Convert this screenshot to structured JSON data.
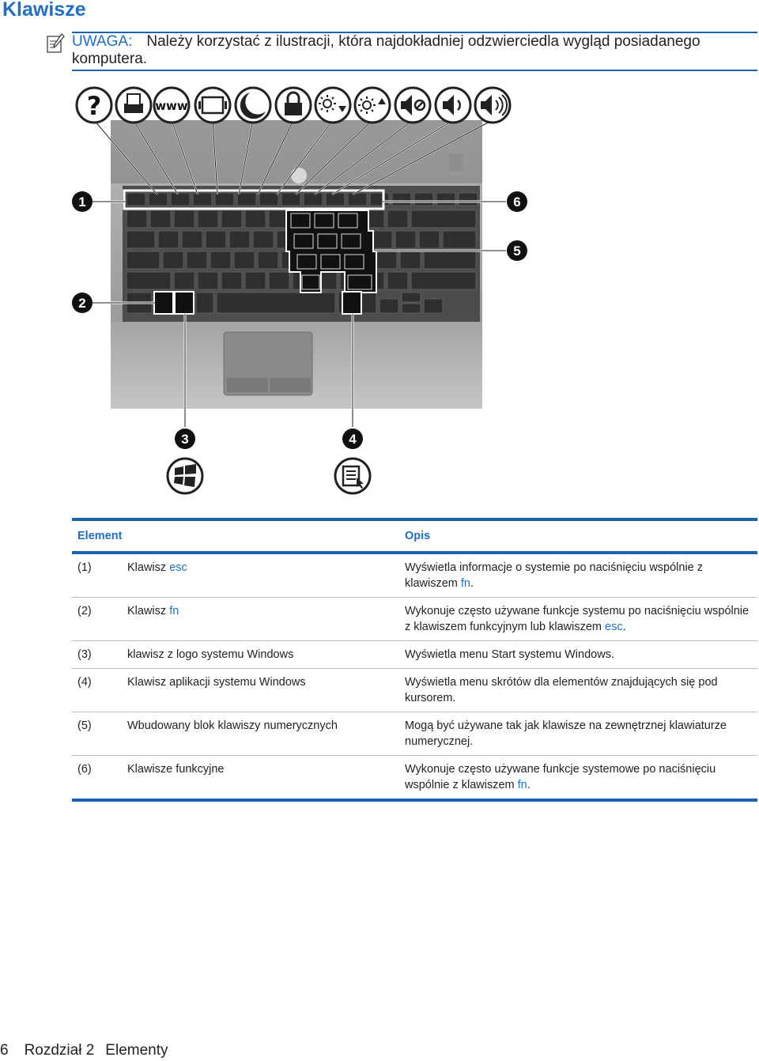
{
  "title": "Klawisze",
  "note": {
    "label": "UWAGA:",
    "text": "Należy korzystać z ilustracji, która najdokładniej odzwierciedla wygląd posiadanego komputera."
  },
  "figure": {
    "callouts": [
      "1",
      "2",
      "3",
      "4",
      "5",
      "6"
    ],
    "top_icons": [
      "help-icon",
      "print-icon",
      "www-icon",
      "display-switch-icon",
      "sleep-moon-icon",
      "lock-icon",
      "brightness-down-icon",
      "brightness-up-icon",
      "mute-icon",
      "volume-down-icon",
      "volume-up-icon"
    ],
    "bottom_icons": [
      "windows-logo-icon",
      "application-menu-icon"
    ]
  },
  "table": {
    "headers": {
      "element": "Element",
      "description": "Opis"
    },
    "rows": [
      {
        "num": "(1)",
        "elem": "Klawisz ",
        "elem_key": "esc",
        "desc": "Wyświetla informacje o systemie po naciśnięciu wspólnie z klawiszem ",
        "desc_key": "fn",
        "desc_end": "."
      },
      {
        "num": "(2)",
        "elem": "Klawisz ",
        "elem_key": "fn",
        "desc": "Wykonuje często używane funkcje systemu po naciśnięciu wspólnie z klawiszem funkcyjnym lub klawiszem ",
        "desc_key": "esc",
        "desc_end": "."
      },
      {
        "num": "(3)",
        "elem": "klawisz z logo systemu Windows",
        "elem_key": "",
        "desc": "Wyświetla menu Start systemu Windows.",
        "desc_key": "",
        "desc_end": ""
      },
      {
        "num": "(4)",
        "elem": "Klawisz aplikacji systemu Windows",
        "elem_key": "",
        "desc": "Wyświetla menu skrótów dla elementów znajdujących się pod kursorem.",
        "desc_key": "",
        "desc_end": ""
      },
      {
        "num": "(5)",
        "elem": "Wbudowany blok klawiszy numerycznych",
        "elem_key": "",
        "desc": "Mogą być używane tak jak klawisze na zewnętrznej klawiaturze numerycznej.",
        "desc_key": "",
        "desc_end": ""
      },
      {
        "num": "(6)",
        "elem": "Klawisze funkcyjne",
        "elem_key": "",
        "desc": "Wykonuje często używane funkcje systemowe po naciśnięciu wspólnie z klawiszem ",
        "desc_key": "fn",
        "desc_end": "."
      }
    ]
  },
  "footer": {
    "page": "6",
    "chapter": "Rozdział 2",
    "section": "Elementy"
  },
  "colors": {
    "accent": "#1f6fc5",
    "rule": "#1b63b3"
  }
}
